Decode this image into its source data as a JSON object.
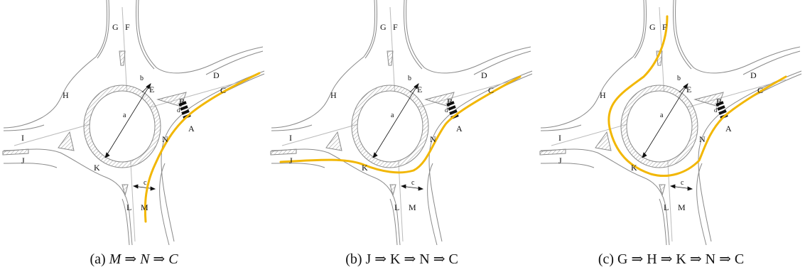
{
  "panels": [
    {
      "caption_prefix": "(a)",
      "caption_route": "M ⇒ N ⇒ C",
      "route_style": "italic",
      "route_points": [
        "M",
        "N",
        "C"
      ]
    },
    {
      "caption_prefix": "(b)",
      "caption_route": "J ⇒ K ⇒ N ⇒ C",
      "route_style": "upright",
      "route_points": [
        "J",
        "K",
        "N",
        "C"
      ]
    },
    {
      "caption_prefix": "(c)",
      "caption_route": "G ⇒ H ⇒ K ⇒ N ⇒ C",
      "route_style": "upright",
      "route_points": [
        "G",
        "H",
        "K",
        "N",
        "C"
      ]
    }
  ],
  "labels": {
    "A": "A",
    "B": "B",
    "C": "C",
    "D": "D",
    "E": "E",
    "F": "F",
    "G": "G",
    "H": "H",
    "I": "I",
    "J": "J",
    "K": "K",
    "L": "L",
    "M": "M",
    "N": "N",
    "a": "a",
    "b": "b",
    "c": "c",
    "d": "d"
  },
  "colors": {
    "route": "#f2b705",
    "road_line": "#8a8a8a",
    "hatch": "#9a9a9a",
    "crosswalk": "#111111",
    "text": "#111111"
  }
}
